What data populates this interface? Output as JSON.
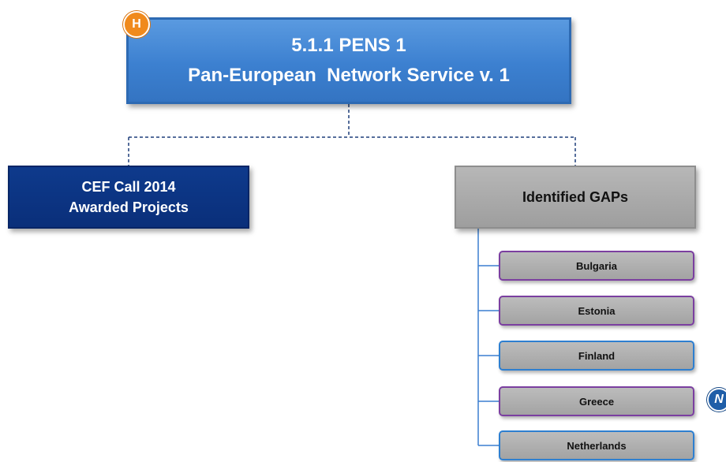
{
  "root": {
    "line1": "5.1.1 PENS 1",
    "line2": "Pan-European  Network Service v. 1",
    "badge": "H",
    "badge_color": "#f08a1c",
    "fill_color": "#3c80d0"
  },
  "left_branch": {
    "line1": "CEF Call 2014",
    "line2": "Awarded Projects",
    "fill_color": "#0e3a8c"
  },
  "right_branch": {
    "label": "Identified GAPs",
    "fill_color": "#a8a8a8"
  },
  "countries": [
    {
      "label": "Bulgaria",
      "border_color": "#7b3fa0"
    },
    {
      "label": "Estonia",
      "border_color": "#7b3fa0"
    },
    {
      "label": "Finland",
      "border_color": "#2e7fd0"
    },
    {
      "label": "Greece",
      "border_color": "#7b3fa0",
      "badge": "N"
    },
    {
      "label": "Netherlands",
      "border_color": "#2e7fd0"
    }
  ],
  "n_badge_color": "#1f5ea8"
}
